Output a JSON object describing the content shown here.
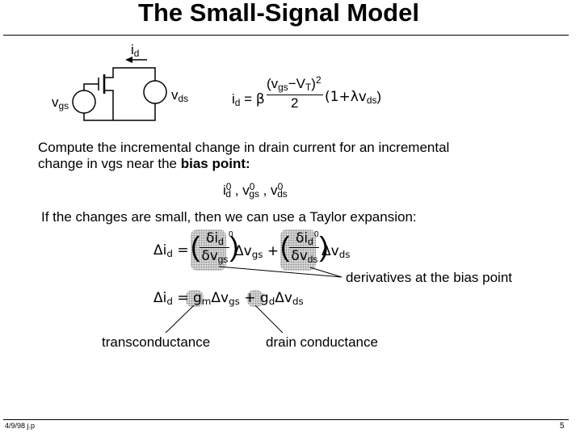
{
  "title": "The Small-Signal Model",
  "circuit": {
    "id_label": "i",
    "id_sub": "d",
    "vgs_label": "v",
    "vgs_sub": "gs",
    "vds_label": "v",
    "vds_sub": "ds"
  },
  "equation1": {
    "lhs_i": "i",
    "lhs_sub": "d",
    "eq": "=",
    "beta": "β",
    "num_open": "(v",
    "num_gs": "gs",
    "num_minus": "−V",
    "num_T": "T",
    "num_close": ")",
    "num_exp": "2",
    "den": "2",
    "lambda_open": "(1+λv",
    "lambda_ds": "ds",
    "lambda_close": ")"
  },
  "paragraph1": {
    "line1": "Compute the incremental change in drain current for an incremental",
    "line2_pre": "change in vgs near the ",
    "line2_bold": "bias point:"
  },
  "bias_point": {
    "i": "i",
    "i_sub": "d",
    "i_sup": "0",
    "sep1": " , v",
    "v1_sub": "gs",
    "v1_sup": "0",
    "sep2": " , v",
    "v2_sub": "ds",
    "v2_sup": "0"
  },
  "paragraph2": "If the changes are small, then we can use a Taylor expansion:",
  "taylor": {
    "lhs": "Δi",
    "lhs_sub": "d",
    "eq": "=",
    "d1_num": "δi",
    "d1_num_sub": "d",
    "d1_den": "δv",
    "d1_den_sub": "gs",
    "d1_sup": "0",
    "term1": "Δv",
    "term1_sub": "gs",
    "plus": "+",
    "d2_num": "δi",
    "d2_num_sub": "d",
    "d2_den": "δv",
    "d2_den_sub": "ds",
    "d2_sup": "0",
    "term2": "Δv",
    "term2_sub": "ds"
  },
  "annotation_derivatives": "derivatives at the bias point",
  "small_signal": {
    "lhs": "Δi",
    "lhs_sub": "d",
    "eq": "=",
    "g": "g",
    "gm_sub": "m",
    "t1": "Δv",
    "t1_sub": "gs",
    "plus": "+",
    "g2": "g",
    "gd_sub": "d",
    "t2": "Δv",
    "t2_sub": "ds"
  },
  "label_transconductance": "transconductance",
  "label_drain_conductance": "drain conductance",
  "footer": {
    "date": "4/9/98 j.p",
    "page": "5"
  }
}
